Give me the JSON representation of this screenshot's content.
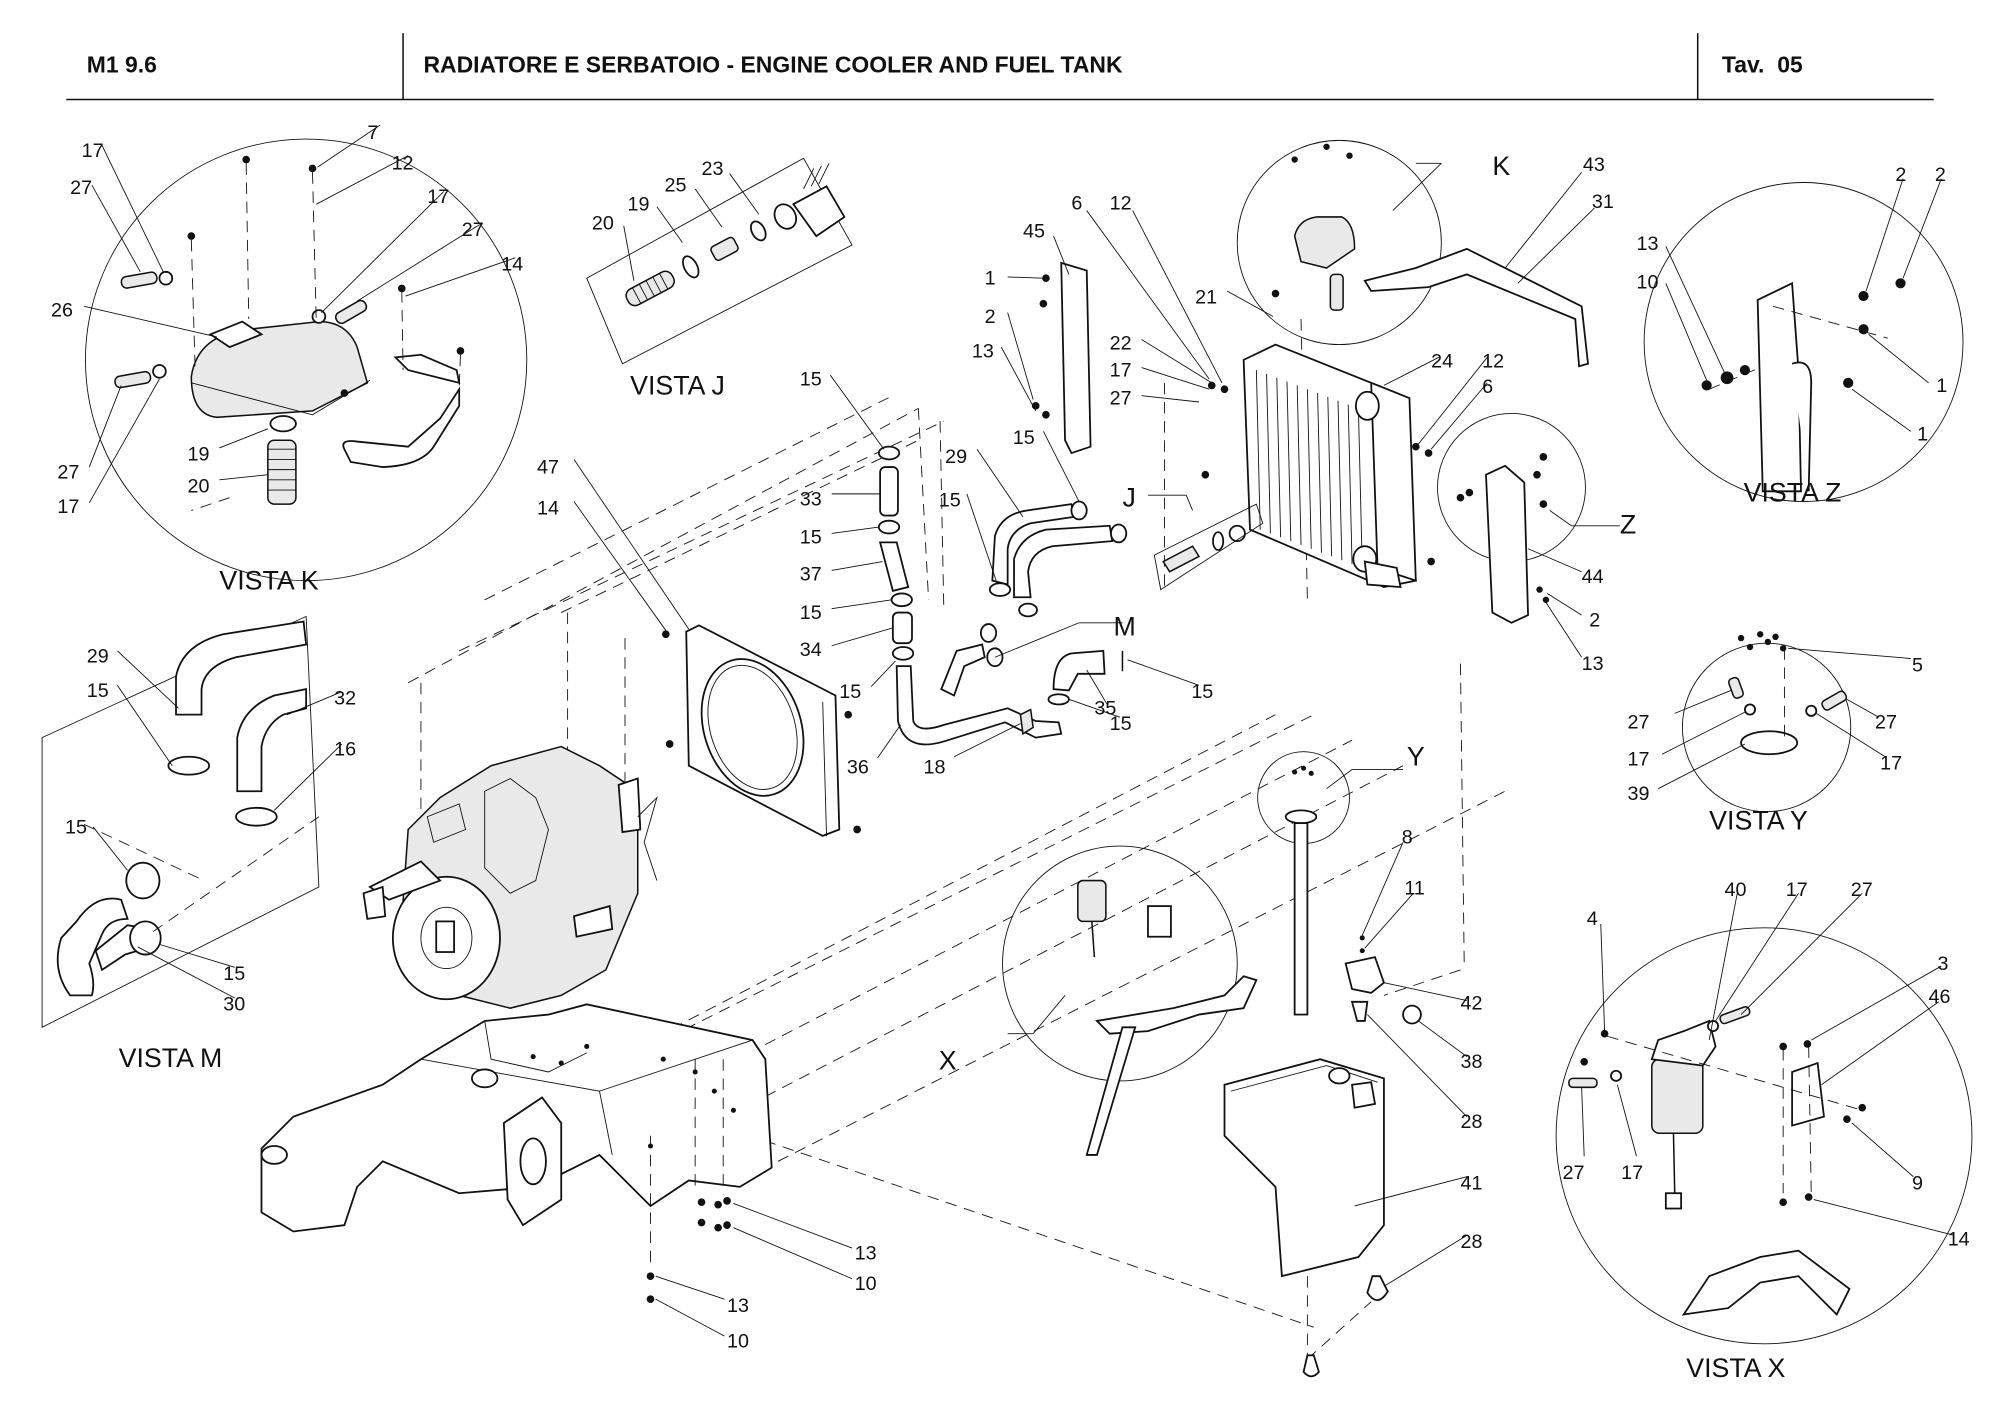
{
  "header": {
    "model": "M1 9.6",
    "title": "RADIATORE E SERBATOIO - ENGINE COOLER AND FUEL TANK",
    "table": "Tav.  05"
  },
  "views": {
    "vista_k": {
      "title": "VISTA K",
      "callouts": [
        "17",
        "27",
        "7",
        "12",
        "17",
        "27",
        "14",
        "26",
        "19",
        "20",
        "27",
        "17"
      ]
    },
    "vista_j": {
      "title": "VISTA J",
      "callouts": [
        "20",
        "19",
        "25",
        "23"
      ]
    },
    "vista_m": {
      "title": "VISTA M",
      "callouts": [
        "29",
        "15",
        "32",
        "16",
        "15",
        "15",
        "30"
      ]
    },
    "vista_z": {
      "title": "VISTA Z",
      "callouts": [
        "2",
        "2",
        "13",
        "10",
        "1",
        "1"
      ]
    },
    "vista_y": {
      "title": "VISTA Y",
      "callouts": [
        "5",
        "27",
        "27",
        "17",
        "17",
        "39"
      ]
    },
    "vista_x": {
      "title": "VISTA X",
      "callouts": [
        "4",
        "40",
        "17",
        "27",
        "3",
        "46",
        "27",
        "17",
        "9",
        "14"
      ]
    }
  },
  "detail_markers": [
    "K",
    "J",
    "M",
    "Z",
    "X",
    "Y"
  ],
  "main_callouts": {
    "bracket": [
      "45",
      "1",
      "2",
      "13"
    ],
    "radiator": [
      "6",
      "12",
      "21",
      "22",
      "17",
      "27",
      "24",
      "12",
      "6",
      "43",
      "31"
    ],
    "side_bracket": [
      "44",
      "2",
      "13"
    ],
    "hoses": [
      "15",
      "33",
      "15",
      "37",
      "15",
      "34",
      "15",
      "36",
      "18",
      "29",
      "15",
      "15",
      "35",
      "15",
      "15"
    ],
    "shroud": [
      "47",
      "14"
    ],
    "chassis": [
      "13",
      "10",
      "13",
      "10"
    ],
    "tank": [
      "8",
      "11",
      "42",
      "38",
      "28",
      "41",
      "28"
    ]
  }
}
